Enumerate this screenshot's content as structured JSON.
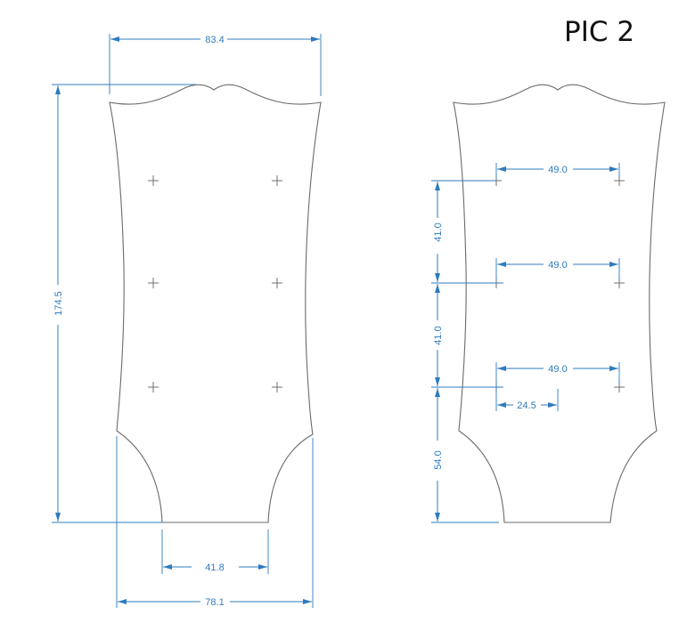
{
  "title": "PIC 2",
  "colors": {
    "dimension": "#2f7bbd",
    "outline": "#6b6b6b"
  },
  "left_view": {
    "top_width": "83.4",
    "overall_length": "174.5",
    "bottom_width": "41.8",
    "lower_width": "78.1"
  },
  "right_view": {
    "tuner_spacing_row1": "49.0",
    "tuner_spacing_row2": "49.0",
    "tuner_spacing_row3": "49.0",
    "row_gap_1": "41.0",
    "row_gap_2": "41.0",
    "bottom_offset": "54.0",
    "half_spacing": "24.5"
  }
}
